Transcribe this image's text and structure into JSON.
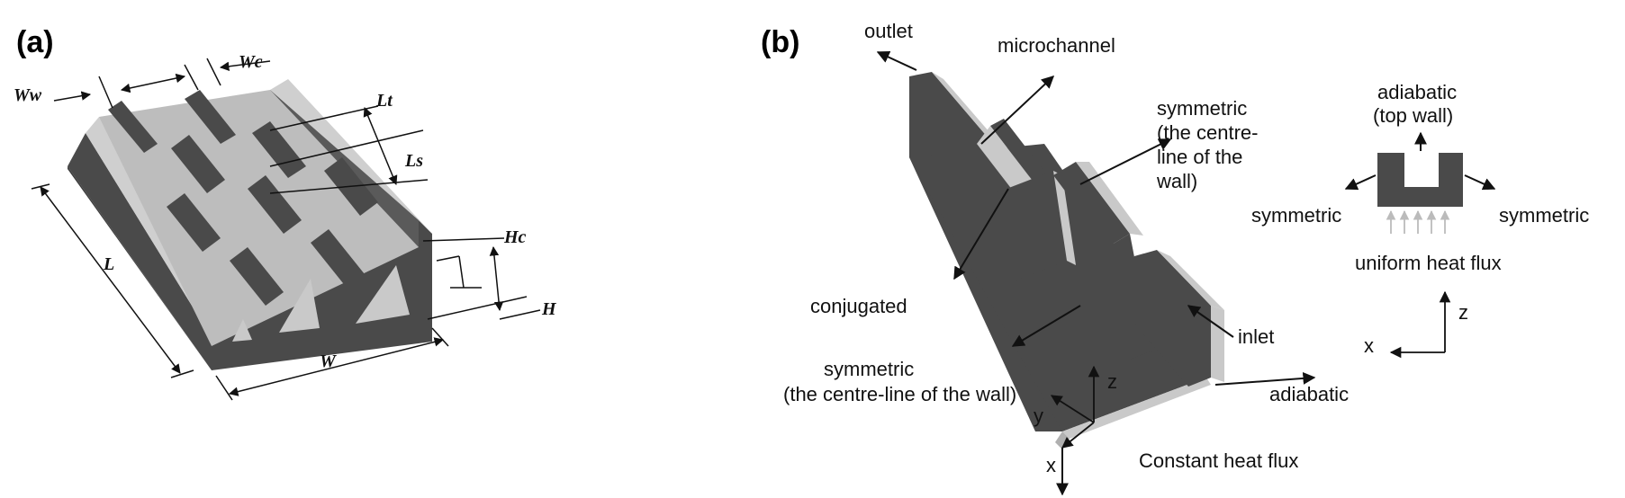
{
  "colors": {
    "dark": "#4a4a4a",
    "light": "#c9c9c9",
    "ink": "#111111"
  },
  "panel_a": {
    "label": "(a)",
    "dims": {
      "ww": "Ww",
      "wc": "Wc",
      "lt": "Lt",
      "ls": "Ls",
      "hc": "Hc",
      "h": "H",
      "l": "L",
      "w": "W"
    }
  },
  "panel_b": {
    "label": "(b)",
    "labels": {
      "outlet": "outlet",
      "microchannel": "microchannel",
      "sym1_a": "symmetric",
      "sym1_b": "(the centre-",
      "sym1_c": "line of the",
      "sym1_d": "wall)",
      "conjugated": "conjugated",
      "inlet": "inlet",
      "sym2_a": "symmetric",
      "sym2_b": "(the centre-line of the wall)",
      "adiabatic_side": "adiabatic",
      "constant_flux": "Constant heat flux",
      "axis_z": "z",
      "axis_y": "y",
      "axis_x": "x"
    },
    "cross_section": {
      "top_a": "adiabatic",
      "top_b": "(top wall)",
      "left": "symmetric",
      "right": "symmetric",
      "bottom": "uniform heat flux",
      "axis_z": "z",
      "axis_x": "x"
    }
  }
}
